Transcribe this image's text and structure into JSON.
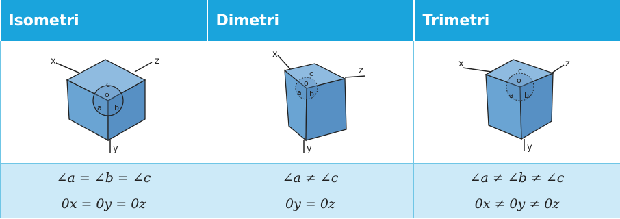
{
  "table": {
    "headers": [
      "Isometri",
      "Dimetri",
      "Trimetri"
    ],
    "equations": [
      {
        "line1": "∠a = ∠b = ∠c",
        "line2": "0x = 0y = 0z"
      },
      {
        "line1": "∠a ≠ ∠c",
        "line2": "0y = 0z"
      },
      {
        "line1": "∠a ≠ ∠b ≠ ∠c",
        "line2": "0x ≠ 0y ≠ 0z"
      }
    ],
    "cube_labels": {
      "axes": [
        "x",
        "y",
        "z"
      ],
      "angles": [
        "a",
        "b",
        "c"
      ],
      "origin": "o"
    }
  },
  "colors": {
    "header_bg": "#1aa4dc",
    "header_text": "#ffffff",
    "equation_bg": "#cdeaf8",
    "cube_top": "#8fbbe0",
    "cube_left": "#6aa4d3",
    "cube_right": "#5790c4",
    "border": "#6fc6e6"
  }
}
